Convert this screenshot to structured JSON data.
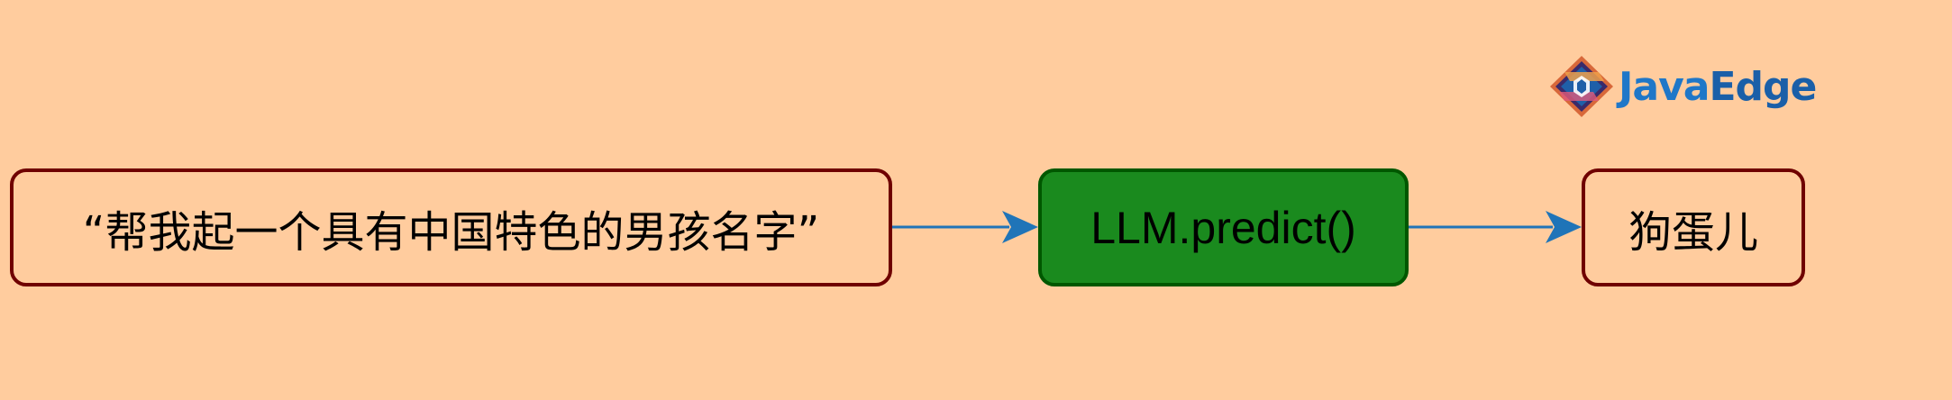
{
  "diagram": {
    "nodes": {
      "input": {
        "label": "“帮我起一个具有中国特色的男孩名字”"
      },
      "model": {
        "label": "LLM.predict()"
      },
      "output": {
        "label": "狗蛋儿"
      }
    },
    "edges": [
      {
        "from": "input",
        "to": "model"
      },
      {
        "from": "model",
        "to": "output"
      }
    ]
  },
  "logo": {
    "text_part1": "Java",
    "text_part2": "Edge"
  },
  "colors": {
    "background": "#FFCC9E",
    "node_border": "#6F0000",
    "model_fill": "#1A8A1E",
    "model_border": "#005700",
    "arrow": "#1F74B8",
    "logo_primary": "#1F77C8"
  }
}
